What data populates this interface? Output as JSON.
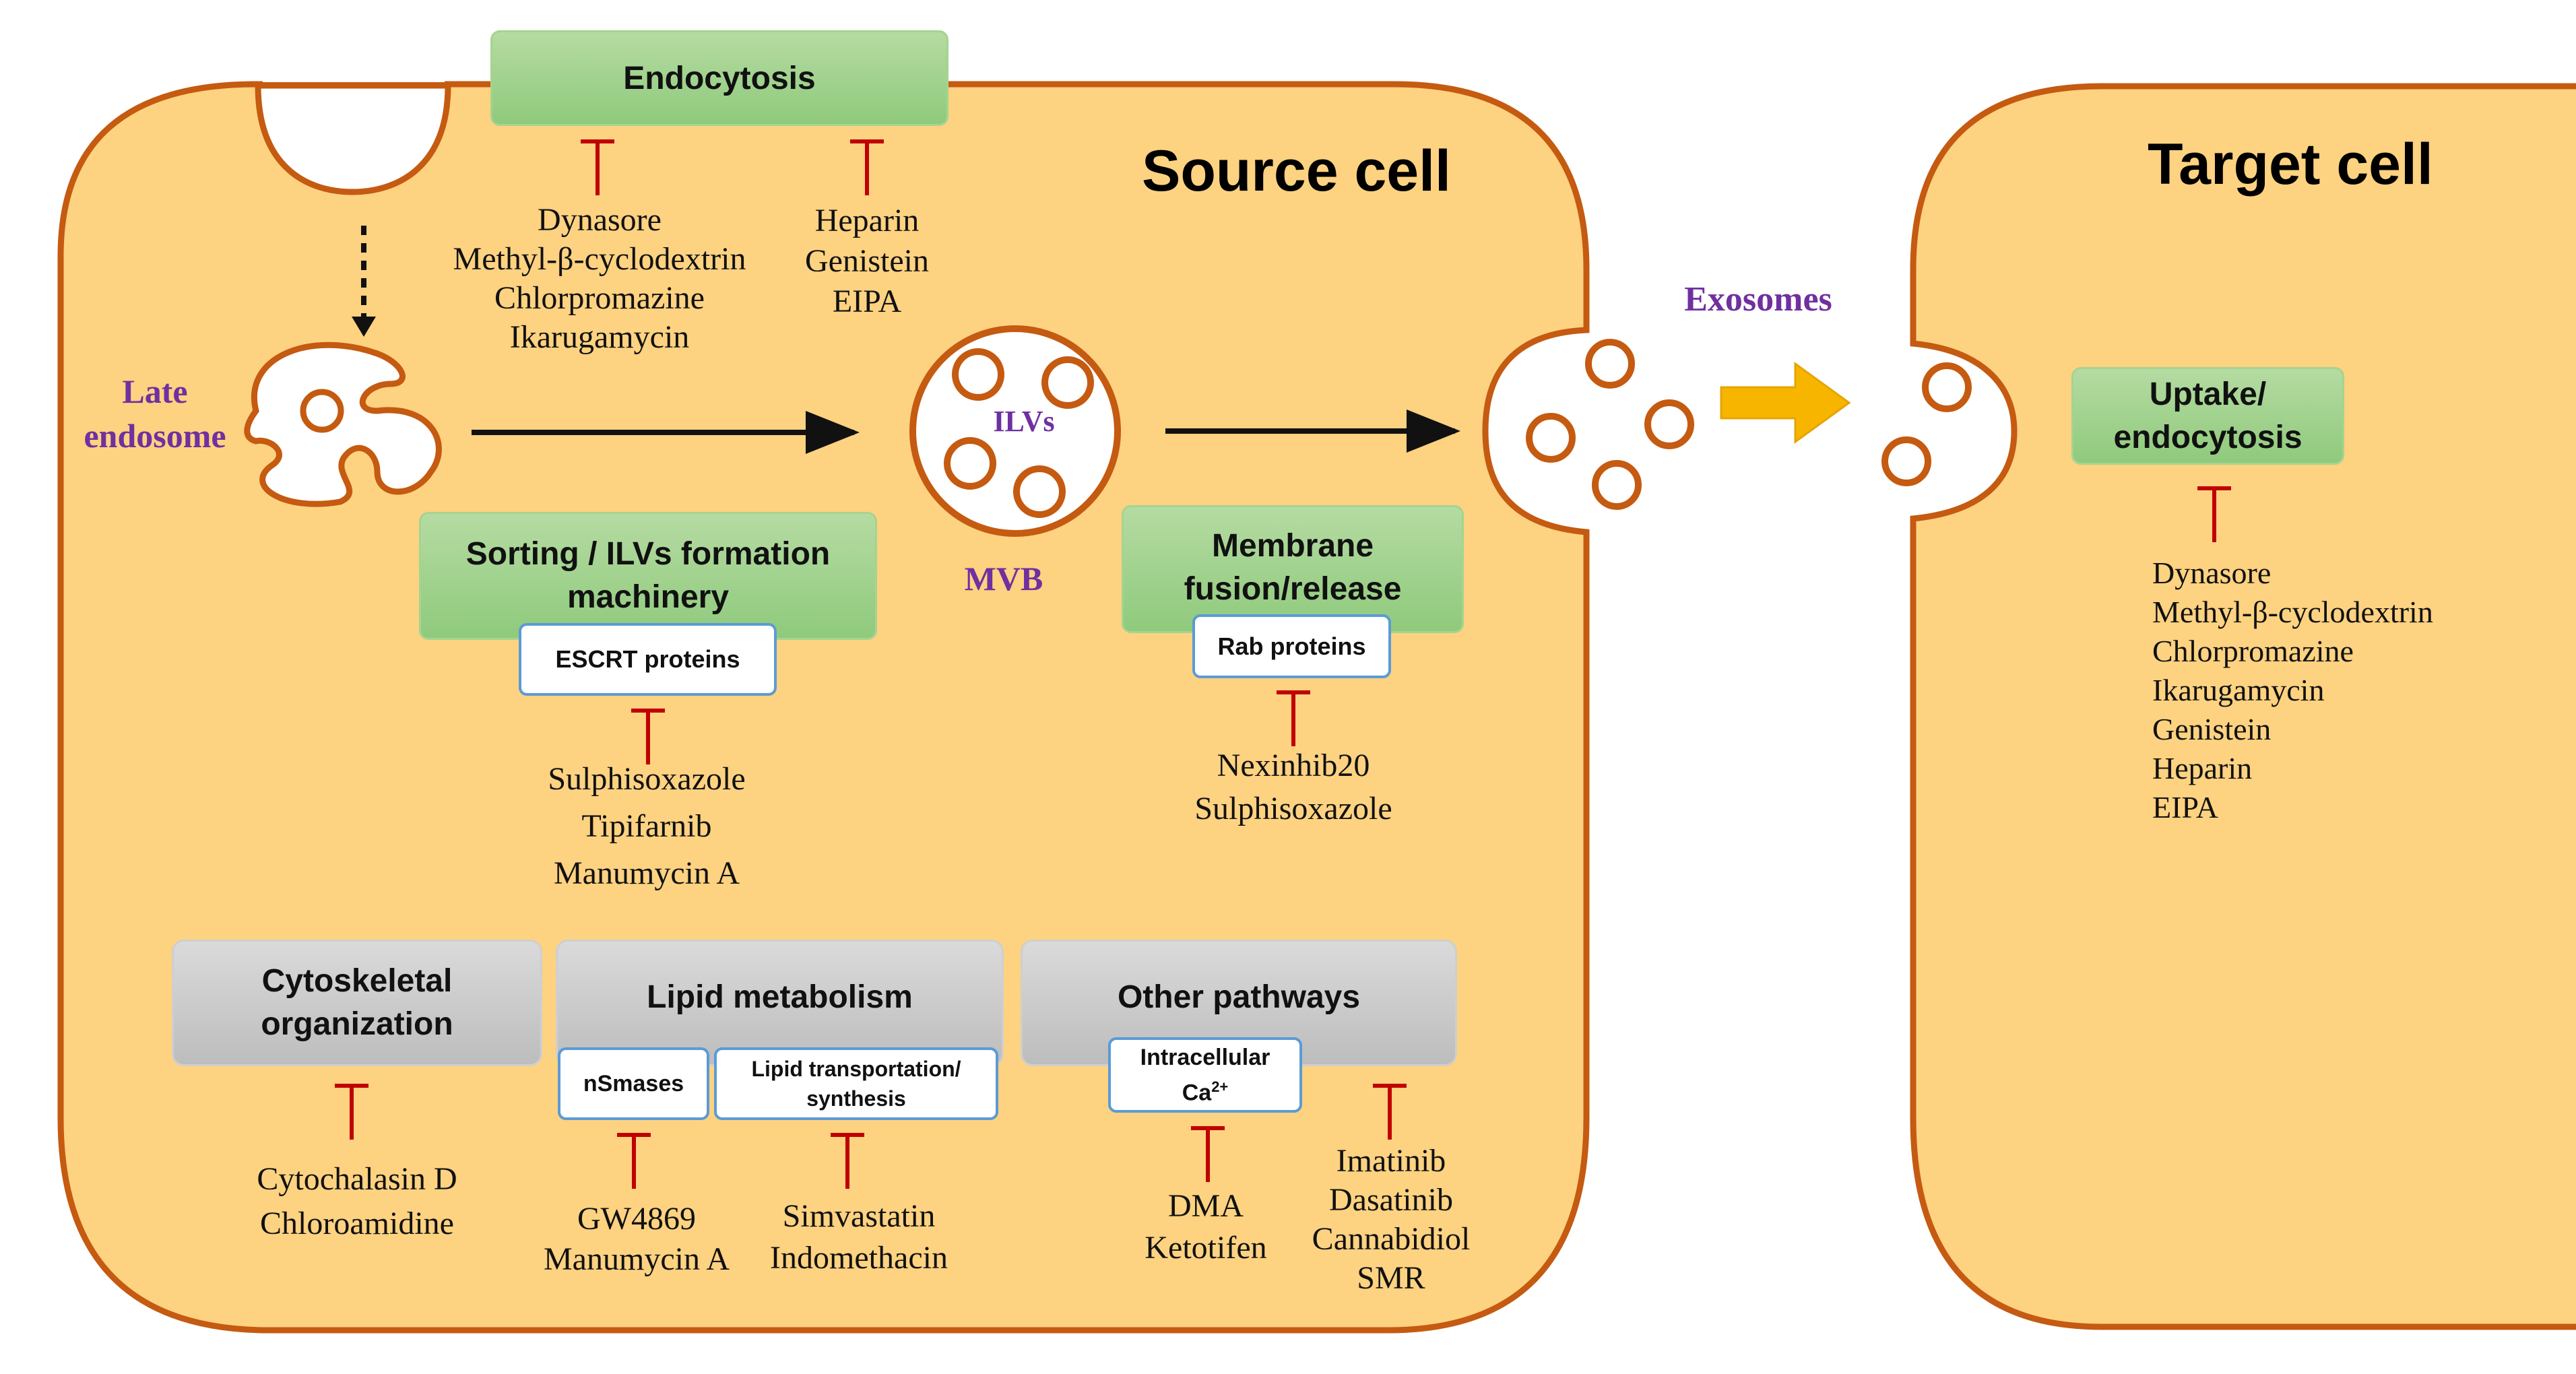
{
  "cells": {
    "source_title": "Source cell",
    "target_title": "Target cell"
  },
  "labels": {
    "late_endosome": [
      "Late",
      "endosome"
    ],
    "ilvs": "ILVs",
    "mvb": "MVB",
    "exosomes": "Exosomes"
  },
  "colors": {
    "cell_fill": "#fdd281",
    "cell_border": "#c55a11",
    "inhibit": "#c00000",
    "label_purple": "#7030a0",
    "arrow_yellow": "#f7b500"
  },
  "boxes": {
    "endocytosis": "Endocytosis",
    "sorting": [
      "Sorting / ILVs formation",
      "machinery"
    ],
    "escrt": "ESCRT proteins",
    "membrane": [
      "Membrane",
      "fusion/release"
    ],
    "rab": "Rab proteins",
    "cytoskeletal": [
      "Cytoskeletal",
      "organization"
    ],
    "lipid": "Lipid metabolism",
    "nsmases": "nSmases",
    "lipid_transport": [
      "Lipid transportation/",
      "synthesis"
    ],
    "other": "Other pathways",
    "calcium": [
      "Intracellular",
      "Ca",
      "2+"
    ],
    "uptake": [
      "Uptake/",
      "endocytosis"
    ]
  },
  "drugs": {
    "endocytosis_a": [
      "Dynasore",
      "Methyl-β-cyclodextrin",
      "Chlorpromazine",
      "Ikarugamycin"
    ],
    "endocytosis_b": [
      "Heparin",
      "Genistein",
      "EIPA"
    ],
    "escrt": [
      "Sulphisoxazole",
      "Tipifarnib",
      "Manumycin A"
    ],
    "rab": [
      "Nexinhib20",
      "Sulphisoxazole"
    ],
    "cytoskeletal": [
      "Cytochalasin D",
      "Chloroamidine"
    ],
    "nsmases": [
      "GW4869",
      "Manumycin A"
    ],
    "lipid_transport": [
      "Simvastatin",
      "Indomethacin"
    ],
    "calcium": [
      "DMA",
      "Ketotifen"
    ],
    "other": [
      "Imatinib",
      "Dasatinib",
      "Cannabidiol",
      "SMR"
    ],
    "uptake": [
      "Dynasore",
      "Methyl-β-cyclodextrin",
      "Chlorpromazine",
      "Ikarugamycin",
      "Genistein",
      "Heparin",
      "EIPA"
    ]
  }
}
